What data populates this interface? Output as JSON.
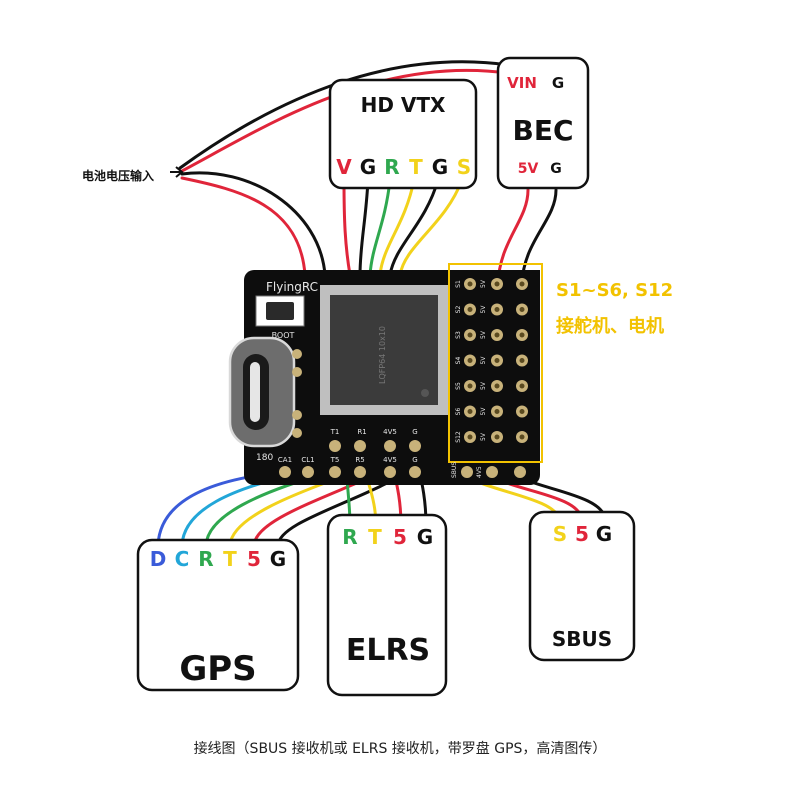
{
  "battery_label": "电池电压输入",
  "hd_vtx": {
    "title": "HD VTX",
    "pins": [
      "V",
      "G",
      "R",
      "T",
      "G",
      "S"
    ]
  },
  "bec": {
    "title": "BEC",
    "top_pins": [
      "VIN",
      "G"
    ],
    "bottom_pins": [
      "5V",
      "G"
    ]
  },
  "board": {
    "brand": "FlyingRC",
    "boot": "BOOT",
    "chip": "LQFP64 10x10",
    "top_pads": [
      "T1",
      "R1",
      "4V5",
      "G"
    ],
    "bottom_pads": [
      "CA1",
      "CL1",
      "T5",
      "R5",
      "4V5",
      "G"
    ],
    "left_mark": "180",
    "servo_rows": [
      "S1",
      "S2",
      "S3",
      "S4",
      "S5",
      "S6",
      "S12"
    ],
    "servo_mid": "5V",
    "sbus_row": [
      "SBUS",
      "4V5"
    ]
  },
  "servo_note": {
    "line1": "S1~S6, S12",
    "line2": "接舵机、电机"
  },
  "gps": {
    "title": "GPS",
    "pins": [
      "D",
      "C",
      "R",
      "T",
      "5",
      "G"
    ]
  },
  "elrs": {
    "title": "ELRS",
    "pins": [
      "R",
      "T",
      "5",
      "G"
    ]
  },
  "sbus": {
    "title": "SBUS",
    "pins": [
      "S",
      "5",
      "G"
    ]
  },
  "caption": "接线图（SBUS 接收机或 ELRS 接收机，带罗盘 GPS，高清图传）",
  "colors": {
    "red": "#e0253a",
    "black": "#111111",
    "green": "#2fa84f",
    "yellow": "#f2d21b",
    "blue": "#3a5bd9",
    "cyan": "#22a6d8",
    "gold": "#f2c200"
  }
}
